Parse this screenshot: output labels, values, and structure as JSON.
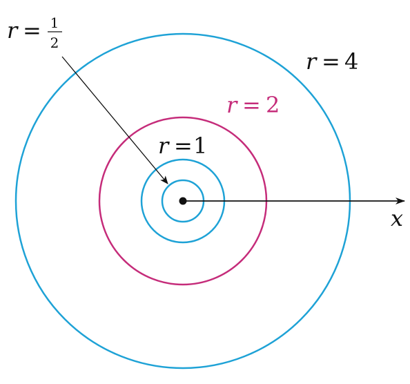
{
  "colors": {
    "blue": "#1ea2d6",
    "magenta": "#c52c7a",
    "black": "#111111"
  },
  "circles": [
    {
      "r": "1/2",
      "color": "#1ea2d6"
    },
    {
      "r": "1",
      "color": "#1ea2d6"
    },
    {
      "r": "2",
      "color": "#c52c7a"
    },
    {
      "r": "4",
      "color": "#1ea2d6"
    }
  ],
  "labels": {
    "half": {
      "var": "r",
      "eq": "=",
      "num": "1",
      "den": "2"
    },
    "one": {
      "var": "r",
      "eq": "=",
      "val": "1"
    },
    "two": {
      "var": "r",
      "eq": "=",
      "val": "2"
    },
    "four": {
      "var": "r",
      "eq": "=",
      "val": "4"
    },
    "axis": "x"
  }
}
